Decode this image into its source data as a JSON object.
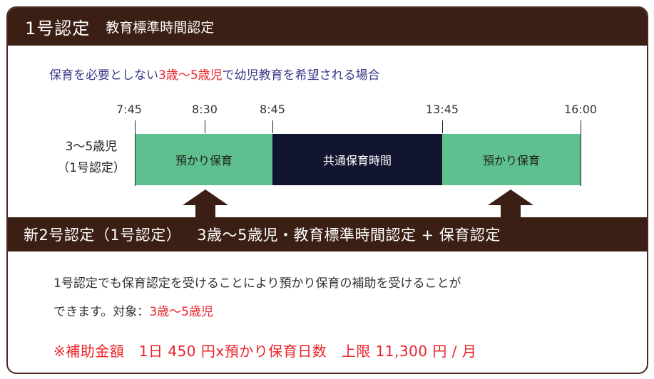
{
  "header1": {
    "title": "1号認定",
    "subtitle": "教育標準時間認定"
  },
  "description": {
    "before": "保育を必要としない",
    "highlight": "3歳〜5歳児",
    "after": "で幼児教育を希望される場合"
  },
  "timeline": {
    "ticks": [
      "7:45",
      "8:30",
      "8:45",
      "13:45",
      "16:00"
    ],
    "row_label_1": "3〜5歳児",
    "row_label_2": "（1号認定）",
    "segments": [
      {
        "label": "預かり保育",
        "color": "#5ec08f"
      },
      {
        "label": "共通保育時間",
        "color": "#111530"
      },
      {
        "label": "預かり保育",
        "color": "#5ec08f"
      }
    ]
  },
  "header2": {
    "title": "新2号認定（1号認定）",
    "subtitle": "3歳〜5歳児・教育標準時間認定 + 保育認定"
  },
  "body": {
    "line1": "1号認定でも保育認定を受けることにより預かり保育の補助を受けることが",
    "line2_before": "できます。対象：",
    "line2_highlight": "3歳〜5歳児"
  },
  "note": "※補助金額　1日 450 円x預かり保育日数　上限 11,300 円 / 月",
  "colors": {
    "header": "#3b1f14",
    "accent_red": "#e8232a",
    "green": "#5ec08f",
    "navy": "#111530"
  }
}
